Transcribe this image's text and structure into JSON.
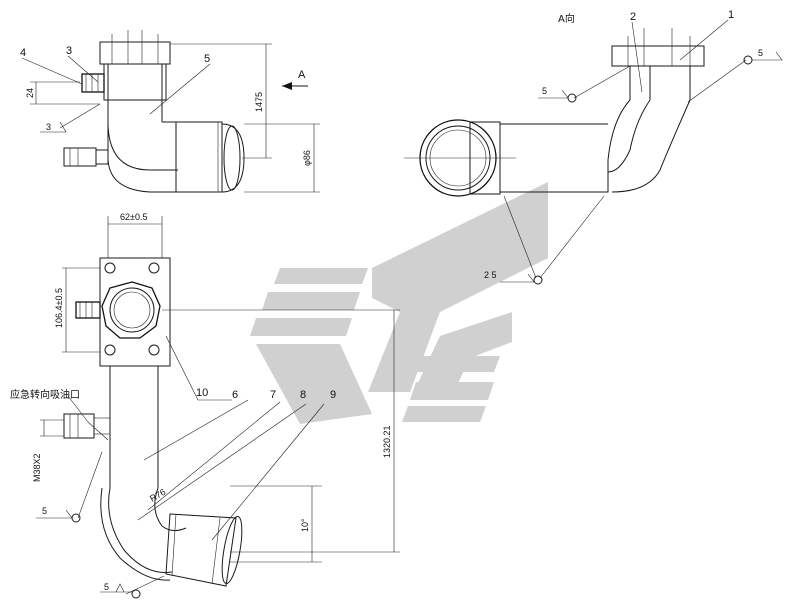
{
  "colors": {
    "line": "#1a1a1a",
    "watermark": "#c8c8c8",
    "background": "#ffffff"
  },
  "view_label": "A向",
  "arrow_label": "A",
  "dimensions": {
    "d_24": "24",
    "d_1475": "1475",
    "d_phi86": "φ86",
    "d_62": "62±0.5",
    "d_1064": "106.4±0.5",
    "d_1320": "1320.21",
    "d_m38": "M38X2",
    "d_r76": "R76",
    "d_10deg": "10°"
  },
  "callouts": [
    "1",
    "2",
    "3",
    "4",
    "5",
    "6",
    "7",
    "8",
    "9",
    "10"
  ],
  "welds": {
    "top_left": "3",
    "top_right": "5",
    "a_view_left": "5",
    "center": "2 5",
    "bottom_left": "5",
    "bottom": "5"
  },
  "note": "应急转向吸油口"
}
